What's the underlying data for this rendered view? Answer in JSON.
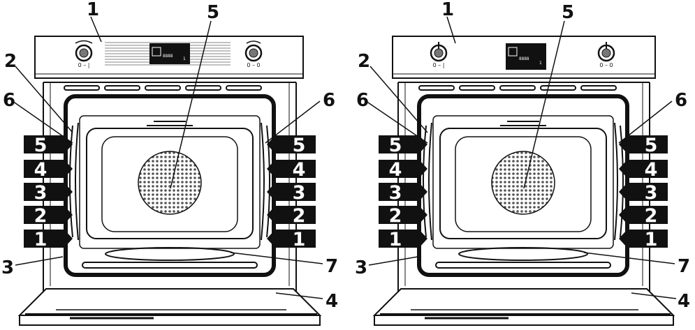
{
  "diagram": {
    "left_oven": {
      "callouts": [
        "1",
        "2",
        "3",
        "4",
        "5",
        "6",
        "6",
        "7"
      ],
      "shelf_labels": [
        "5",
        "4",
        "3",
        "2",
        "1"
      ],
      "display_text": "8888",
      "knob_left_marks": "0 – |",
      "knob_right_marks": "0 – 0"
    },
    "right_oven": {
      "callouts": [
        "1",
        "2",
        "3",
        "4",
        "5",
        "6",
        "6",
        "7"
      ],
      "shelf_labels": [
        "5",
        "4",
        "3",
        "2",
        "1"
      ],
      "display_text": "8888",
      "knob_left_marks": "0 – |",
      "knob_right_marks": "0 – 0"
    }
  },
  "colors": {
    "ink": "#111111",
    "panel": "#ffffff",
    "shelf_arrow": "#111111",
    "fan_grid": "#777777"
  }
}
